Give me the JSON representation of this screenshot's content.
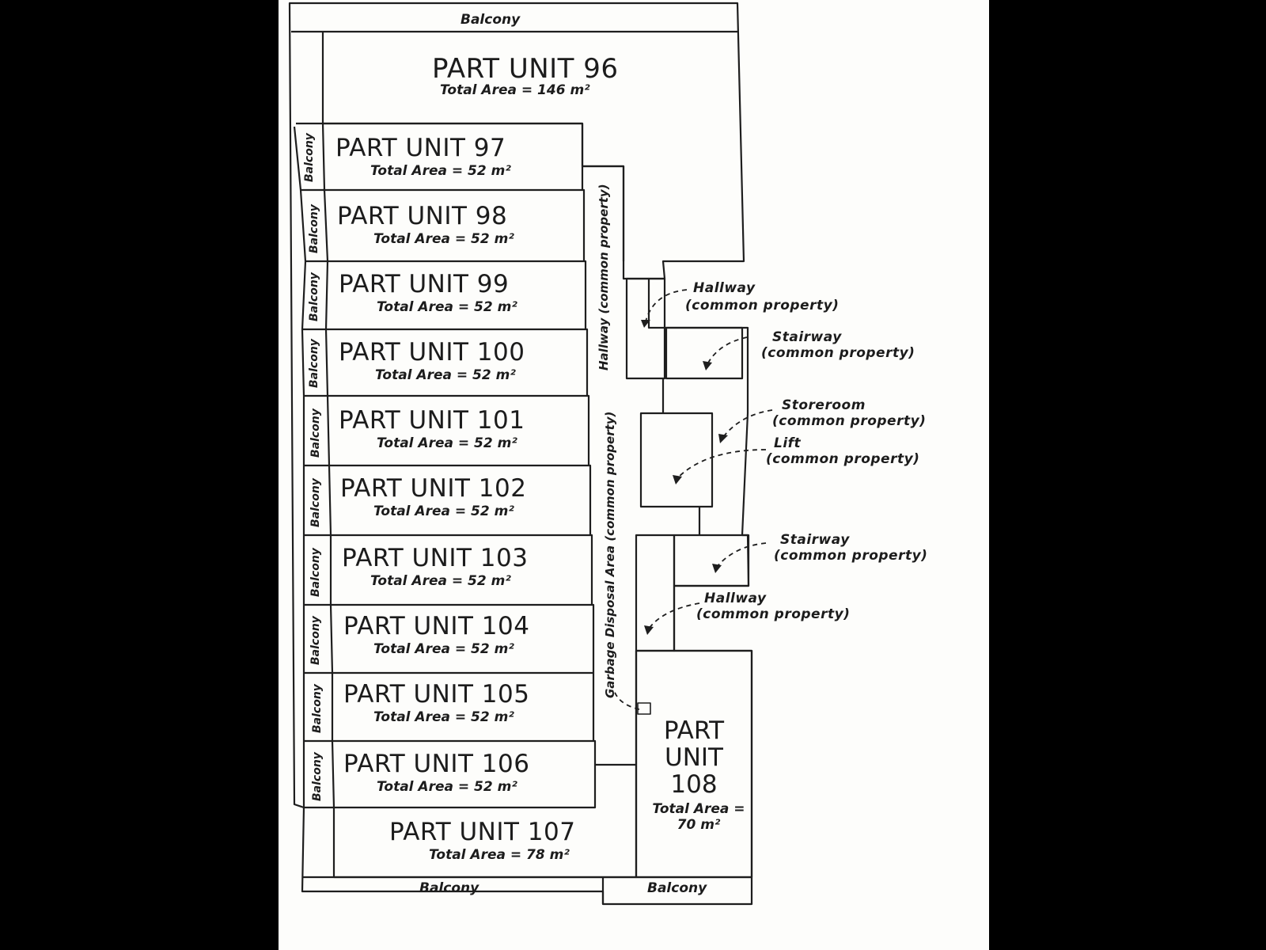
{
  "balcony_label": "Balcony",
  "units": [
    {
      "id": "96",
      "name": "PART UNIT 96",
      "area": "Total Area = 146 m²"
    },
    {
      "id": "97",
      "name": "PART UNIT 97",
      "area": "Total Area = 52 m²"
    },
    {
      "id": "98",
      "name": "PART UNIT 98",
      "area": "Total Area = 52 m²"
    },
    {
      "id": "99",
      "name": "PART UNIT 99",
      "area": "Total Area = 52 m²"
    },
    {
      "id": "100",
      "name": "PART UNIT 100",
      "area": "Total Area = 52 m²"
    },
    {
      "id": "101",
      "name": "PART UNIT 101",
      "area": "Total Area = 52 m²"
    },
    {
      "id": "102",
      "name": "PART UNIT 102",
      "area": "Total Area = 52 m²"
    },
    {
      "id": "103",
      "name": "PART UNIT 103",
      "area": "Total Area = 52 m²"
    },
    {
      "id": "104",
      "name": "PART UNIT 104",
      "area": "Total Area = 52 m²"
    },
    {
      "id": "105",
      "name": "PART UNIT 105",
      "area": "Total Area = 52 m²"
    },
    {
      "id": "106",
      "name": "PART UNIT 106",
      "area": "Total Area = 52 m²"
    },
    {
      "id": "107",
      "name": "PART UNIT 107",
      "area": "Total Area = 78 m²"
    }
  ],
  "unit108": {
    "name_lines": [
      "PART",
      "UNIT",
      "108"
    ],
    "area_lines": [
      "Total Area =",
      "70 m²"
    ]
  },
  "common": {
    "hallway_vertical": "Hallway (common property)",
    "garbage_vertical": "Garbage Disposal Area (common property)",
    "callouts": [
      {
        "id": "hallway-1",
        "line1": "Hallway",
        "line2": "(common property)"
      },
      {
        "id": "stairway-1",
        "line1": "Stairway",
        "line2": "(common property)"
      },
      {
        "id": "storeroom",
        "line1": "Storeroom",
        "line2": "(common property)"
      },
      {
        "id": "lift",
        "line1": "Lift",
        "line2": "(common property)"
      },
      {
        "id": "stairway-2",
        "line1": "Stairway",
        "line2": "(common property)"
      },
      {
        "id": "hallway-2",
        "line1": "Hallway",
        "line2": "(common property)"
      }
    ]
  }
}
